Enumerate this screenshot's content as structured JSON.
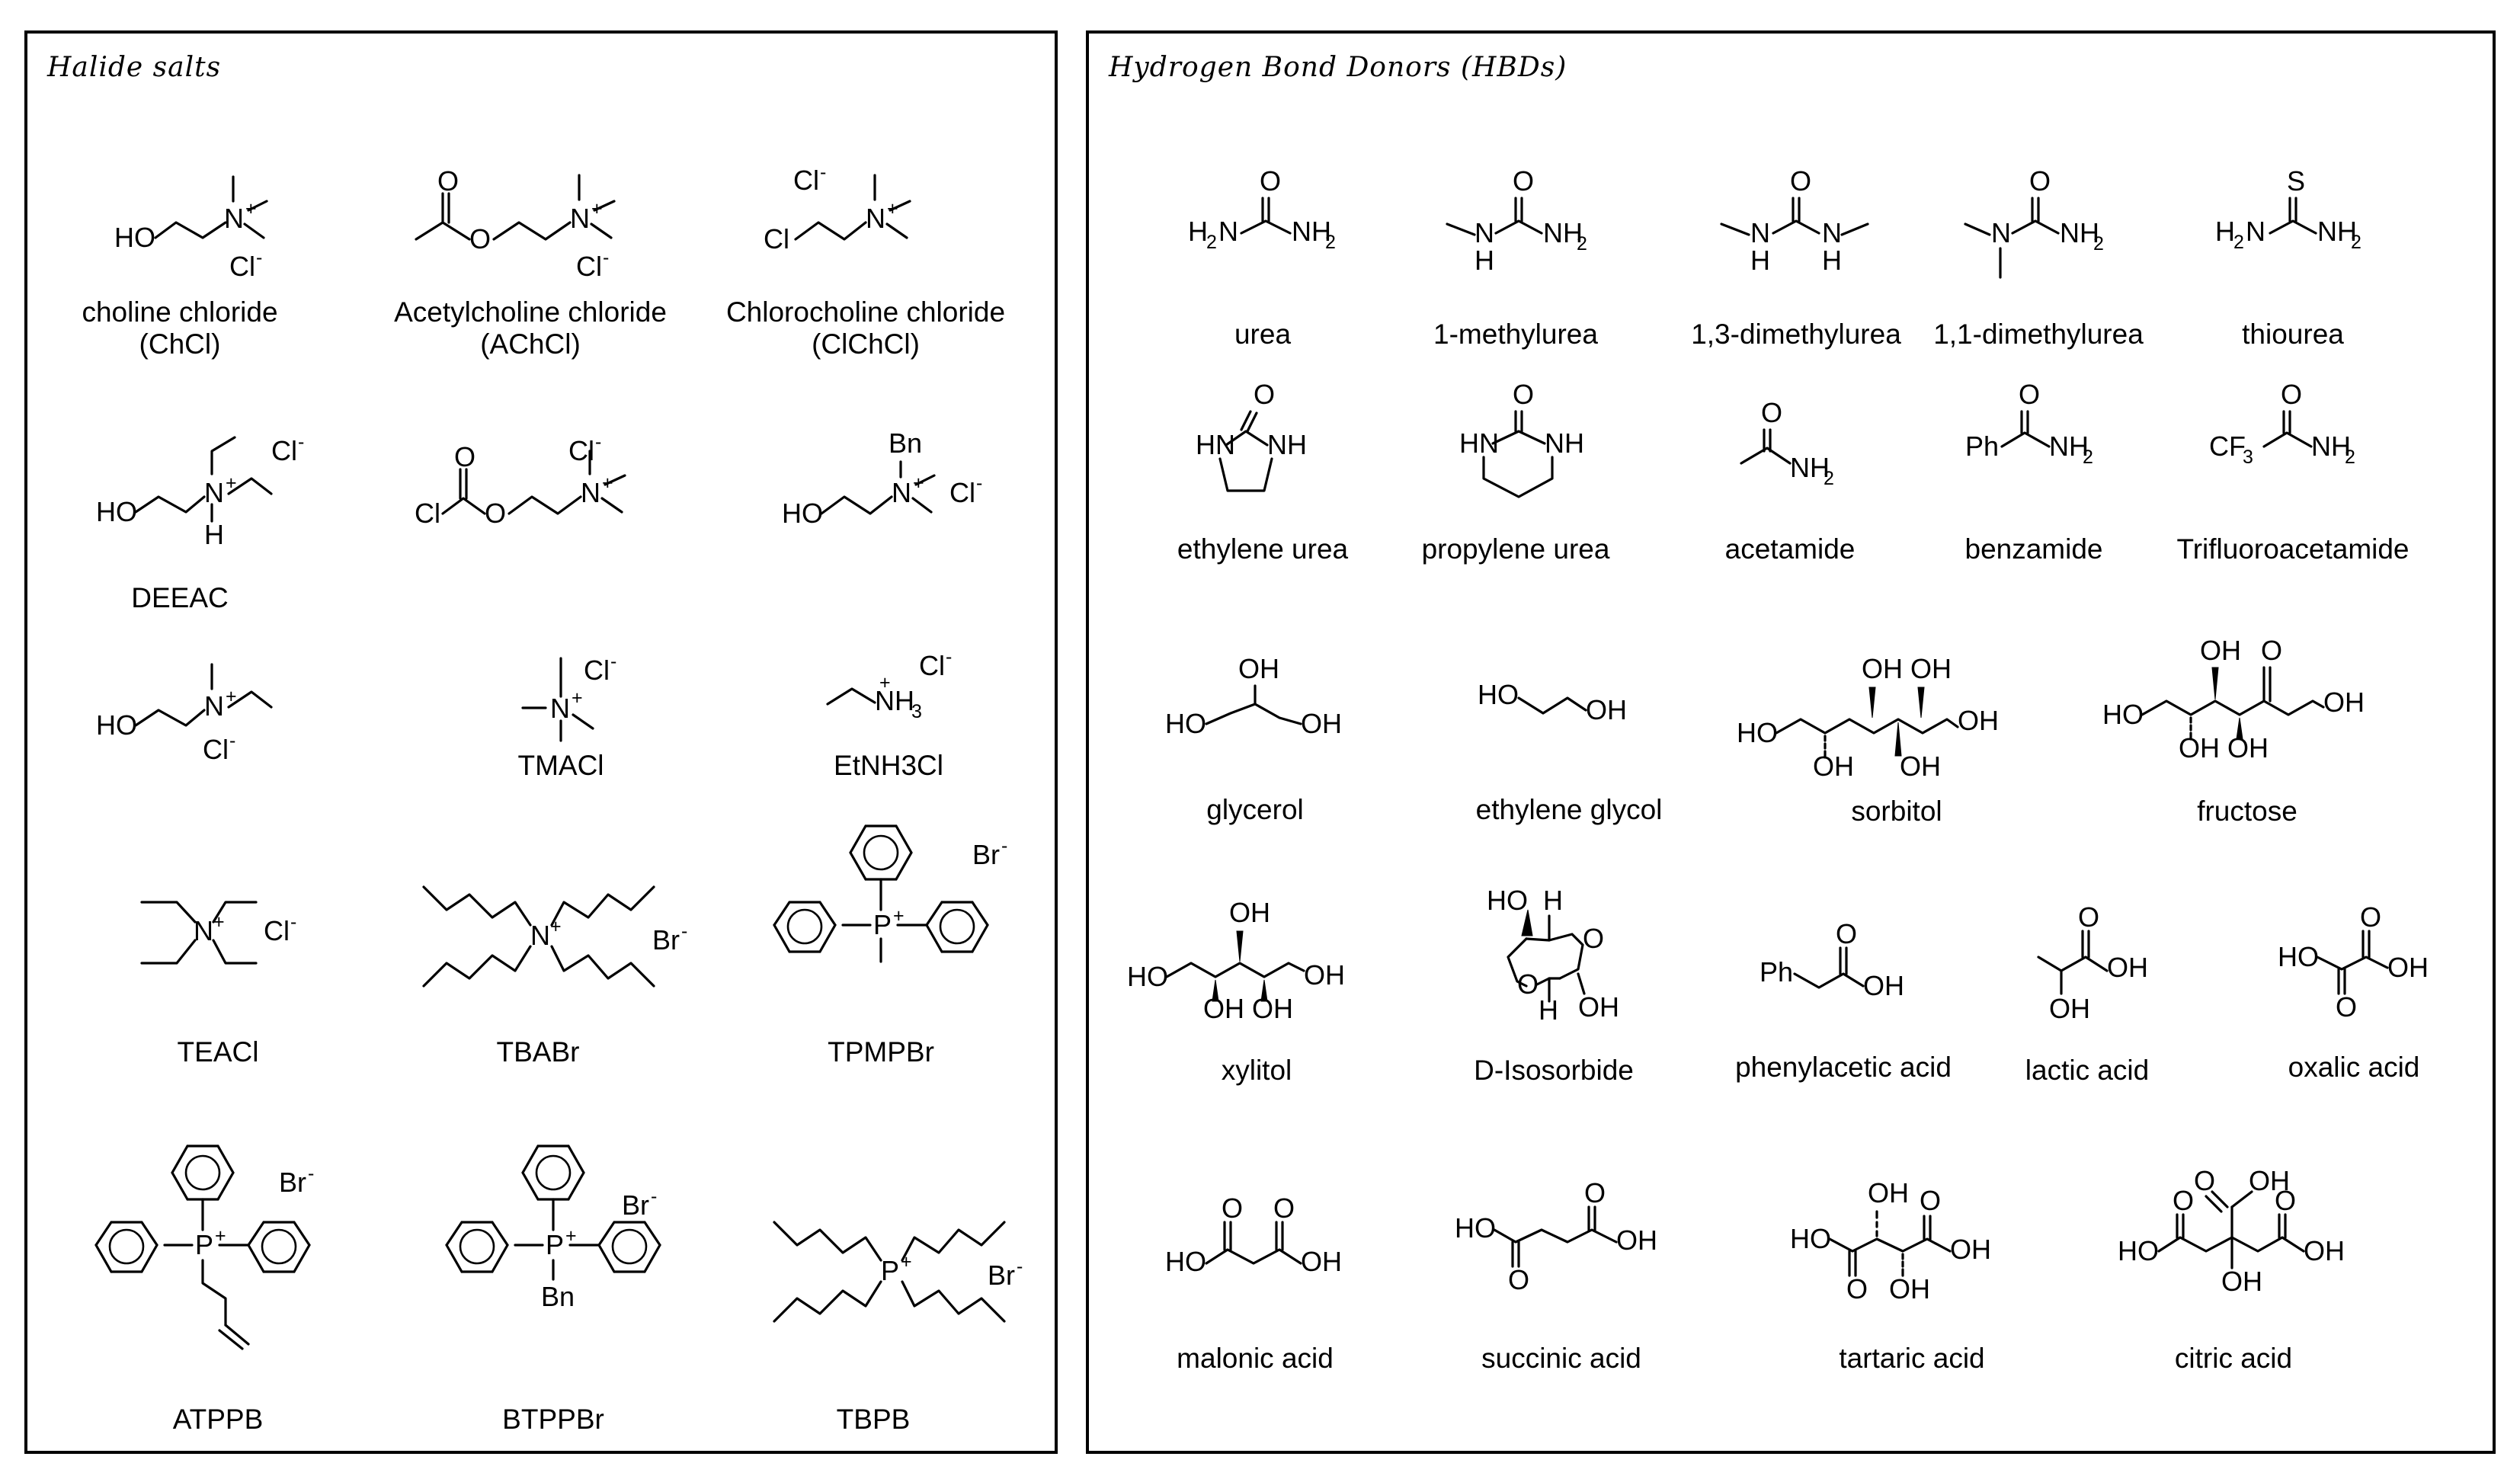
{
  "halide_panel": {
    "title": "Halide salts",
    "compounds": [
      {
        "id": "chcl",
        "name": "choline chloride",
        "abbr": "(ChCl)"
      },
      {
        "id": "achcl",
        "name": "Acetylcholine chloride",
        "abbr": "(AChCl)"
      },
      {
        "id": "clchcl",
        "name": "Chlorocholine chloride",
        "abbr": "(ClChCl)"
      },
      {
        "id": "deeac",
        "name": "DEEAC"
      },
      {
        "id": "clcoo",
        "name": ""
      },
      {
        "id": "bn",
        "name": ""
      },
      {
        "id": "ethmeam",
        "name": ""
      },
      {
        "id": "tmacl",
        "name": "TMACl"
      },
      {
        "id": "etnh3cl",
        "name": "EtNH3Cl"
      },
      {
        "id": "teacl",
        "name": "TEACl"
      },
      {
        "id": "tbabr",
        "name": "TBABr"
      },
      {
        "id": "tpmpbr",
        "name": "TPMPBr"
      },
      {
        "id": "atppb",
        "name": "ATPPB"
      },
      {
        "id": "btppbr",
        "name": "BTPPBr"
      },
      {
        "id": "tbpb",
        "name": "TBPB"
      }
    ]
  },
  "hbd_panel": {
    "title": "Hydrogen Bond Donors (HBDs)",
    "compounds": [
      {
        "id": "urea",
        "name": "urea"
      },
      {
        "id": "methylurea",
        "name": "1-methylurea"
      },
      {
        "id": "dimethylurea13",
        "name": "1,3-dimethylurea"
      },
      {
        "id": "dimethylurea11",
        "name": "1,1-dimethylurea"
      },
      {
        "id": "thiourea",
        "name": "thiourea"
      },
      {
        "id": "ethyleneurea",
        "name": "ethylene urea"
      },
      {
        "id": "propyleneurea",
        "name": "propylene urea"
      },
      {
        "id": "acetamide",
        "name": "acetamide"
      },
      {
        "id": "benzamide",
        "name": "benzamide"
      },
      {
        "id": "tfa",
        "name": "Trifluoroacetamide"
      },
      {
        "id": "glycerol",
        "name": "glycerol"
      },
      {
        "id": "ethyleneglycol",
        "name": "ethylene glycol"
      },
      {
        "id": "sorbitol",
        "name": "sorbitol"
      },
      {
        "id": "fructose",
        "name": "fructose"
      },
      {
        "id": "xylitol",
        "name": "xylitol"
      },
      {
        "id": "isosorbide",
        "name": "D-Isosorbide"
      },
      {
        "id": "phenylacetic",
        "name": "phenylacetic acid"
      },
      {
        "id": "lactic",
        "name": "lactic acid"
      },
      {
        "id": "oxalic",
        "name": "oxalic acid"
      },
      {
        "id": "malonic",
        "name": "malonic acid"
      },
      {
        "id": "succinic",
        "name": "succinic acid"
      },
      {
        "id": "tartaric",
        "name": "tartaric acid"
      },
      {
        "id": "citric",
        "name": "citric acid"
      }
    ]
  },
  "atom_labels": {
    "HO": "HO",
    "OH": "OH",
    "N": "N",
    "Cl": "Cl",
    "Br": "Br",
    "P": "P",
    "O": "O",
    "S": "S",
    "H": "H",
    "Bn": "Bn",
    "Ph": "Ph",
    "NH2": "NH",
    "H2N": "H",
    "HN": "HN",
    "NH": "NH",
    "NH3": "NH",
    "CF3": "CF",
    "plus": "+",
    "minus": "-",
    "two": "2",
    "three": "3"
  }
}
